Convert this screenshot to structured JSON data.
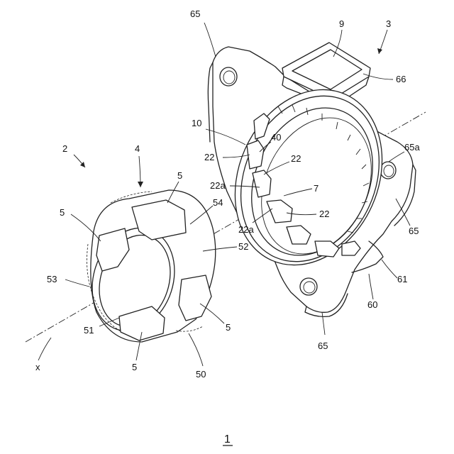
{
  "labels": {
    "l65_top": "65",
    "l9": "9",
    "l3": "3",
    "l66": "66",
    "l10": "10",
    "l40": "40",
    "l22_a": "22",
    "l22_b": "22",
    "l65a": "65a",
    "l22a_top": "22a",
    "l7": "7",
    "l22_c": "22",
    "l22a_bottom": "22a",
    "l65_right": "65",
    "l61": "61",
    "l60": "60",
    "l65_bottom": "65",
    "l2": "2",
    "l4": "4",
    "l5_top": "5",
    "l5_left": "5",
    "l54": "54",
    "l52": "52",
    "l53": "53",
    "l51": "51",
    "l5_right": "5",
    "l5_bottom": "5",
    "l50": "50",
    "lx": "x"
  },
  "figure_number": "1"
}
